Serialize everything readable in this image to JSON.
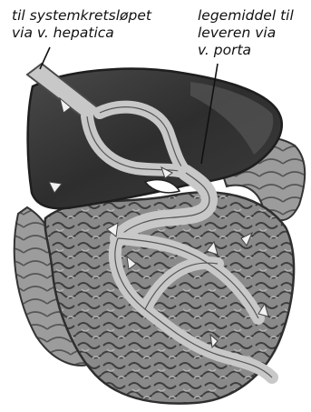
{
  "labels": {
    "hepatic_vein": {
      "line1": "til systemkretsløpet",
      "line2": "via v. hepatica"
    },
    "portal_vein": {
      "line1": "legemiddel til",
      "line2": "leveren via",
      "line3": "v. porta"
    }
  },
  "colors": {
    "liver": "#3a3a3a",
    "liver_highlight": "#5a5a5a",
    "intestine": "#8c8c8c",
    "intestine_dark": "#3c3c3c",
    "colon": "#9a9a9a",
    "vessel": "#c8c8c8",
    "vessel_outline": "#555555",
    "arrow": "#f2f2f2",
    "text": "#111111"
  }
}
